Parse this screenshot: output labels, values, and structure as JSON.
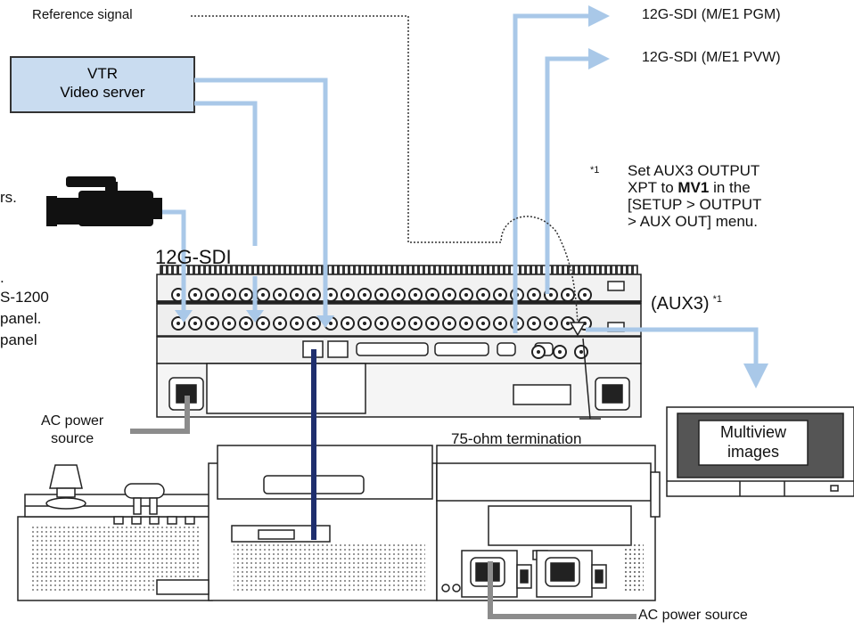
{
  "labels": {
    "reference_signal": "Reference signal",
    "pgm_output": "12G-SDI (M/E1 PGM)",
    "pvw_output": "12G-SDI (M/E1 PVW)",
    "vtr_line1": "VTR",
    "vtr_line2": "Video server",
    "sdi": "12G-SDI",
    "aux3": "(AUX3)",
    "aux3_mark": "*1",
    "termination": "75-ohm termination",
    "ac_power_left_line1": "AC power",
    "ac_power_left_line2": "source",
    "ac_power_bottom": "AC power source",
    "monitor_line1": "Multiview",
    "monitor_line2": "images",
    "cut_off_1": "rs.",
    "cut_off_2": ".",
    "cut_off_3": "S-1200",
    "cut_off_4": "panel.",
    "cut_off_5": "panel"
  },
  "footnote": {
    "mark": "*1",
    "line1": "Set AUX3 OUTPUT",
    "line2_pre": "XPT to ",
    "line2_bold": "MV1",
    "line2_post": " in the",
    "line3": "[SETUP > OUTPUT",
    "line4": "> AUX OUT] menu."
  },
  "colors": {
    "sdi_cable": "#a9c8e8",
    "ac_cable": "#8c8c8c",
    "lan_cable": "#1f2f6e",
    "box_fill": "#c9dcf0",
    "device_outline": "#222222"
  },
  "icons": [
    "camera-icon",
    "bnc-connector-icon",
    "power-inlet-icon",
    "monitor-icon",
    "joystick-icon"
  ]
}
